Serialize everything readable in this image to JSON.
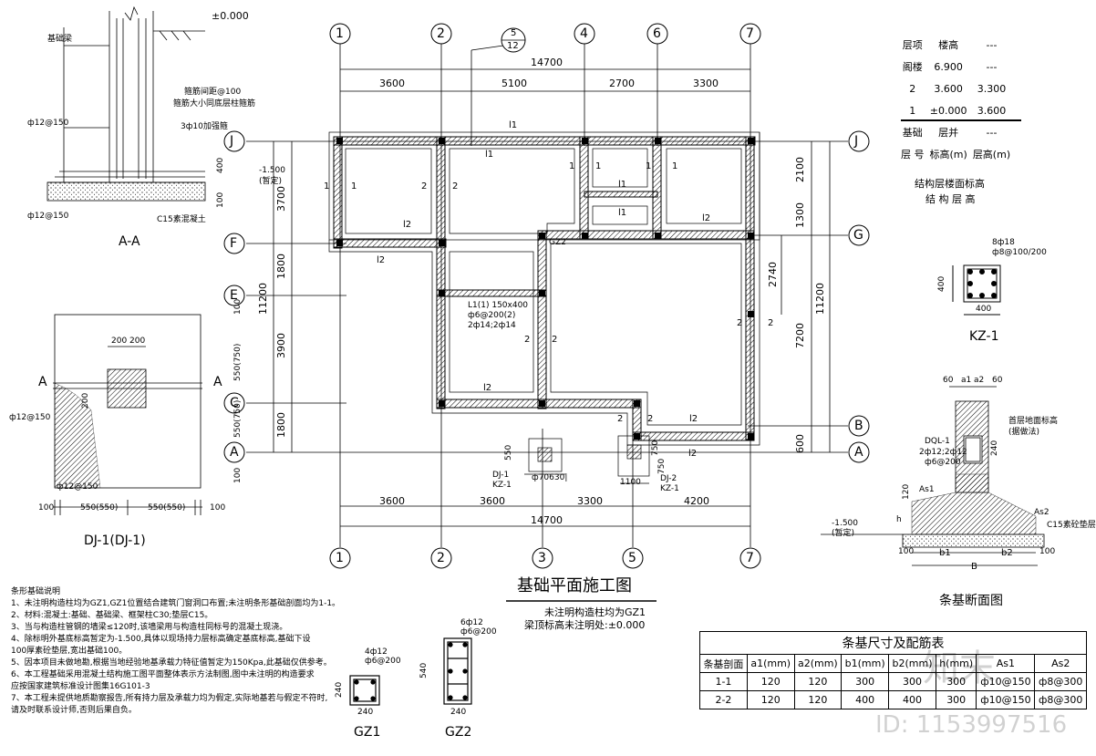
{
  "grid_axes": {
    "top": [
      "1",
      "2",
      "4",
      "6",
      "7"
    ],
    "bottom": [
      "1",
      "2",
      "3",
      "5",
      "7"
    ],
    "left": [
      "J",
      "F",
      "E",
      "C",
      "A"
    ],
    "right": [
      "J",
      "G",
      "B",
      "A"
    ]
  },
  "dims": {
    "top_total": "14700",
    "top_segments": [
      "3600",
      "5100",
      "2700",
      "3300"
    ],
    "bottom_total": "14700",
    "bottom_segments": [
      "3600",
      "3600",
      "3300",
      "4200"
    ],
    "left_total": "11200",
    "left_segments": [
      "3700",
      "1800",
      "3900",
      "1800"
    ],
    "left_small": [
      "100",
      "550(750)",
      "550(750)",
      "100"
    ],
    "right_total": "11200",
    "right_segments": [
      "2100",
      "1300",
      "7200",
      "600"
    ],
    "right_inner": "2740",
    "footing_w1": "1100",
    "footing_w2": "750",
    "footing_h1": "550",
    "footing_h2": "750"
  },
  "plan_labels": {
    "section_ref_num": "5",
    "section_ref_den": "12",
    "beam_l1": "L1(1) 150x400",
    "beam_l1_a": "ф6@200(2)",
    "beam_l1_b": "2ф14;2ф14",
    "gz2": "GZ2",
    "dj1a": "DJ-1",
    "kz1a": "KZ-1",
    "dj2": "DJ-2",
    "kz1b": "KZ-1",
    "dim_7060": "ф70630|",
    "one": "1",
    "two": "2",
    "l1": "l1",
    "l2": "l2"
  },
  "main_title": "基础平面施工图",
  "main_note1": "未注明构造柱均为GZ1",
  "main_note2": "梁顶标高未注明处:±0.000",
  "section_aa": {
    "title": "A-A",
    "elev": "±0.000",
    "elev2": "-1.500",
    "elev2_sub": "(暂定)",
    "beam": "基础梁",
    "stir1": "箍筋间距@100",
    "stir2": "箍筋大小同底层柱箍筋",
    "add": "3ф10加强箍",
    "rebar1": "ф12@150",
    "rebar2": "ф12@150",
    "conc": "C15素混凝土",
    "d400": "400",
    "d100": "100"
  },
  "dj1": {
    "title": "DJ-1(DJ-1)",
    "a": "A",
    "d200a": "200",
    "d200b": "200",
    "d200c": "200",
    "rebar1": "ф12@150",
    "rebar2": "ф12@150",
    "dims_bottom": [
      "100",
      "550(550)",
      "550(550)",
      "100"
    ]
  },
  "level_table": {
    "rows": [
      [
        "层项",
        "楼高",
        "---"
      ],
      [
        "阁楼",
        "6.900",
        "---"
      ],
      [
        "2",
        "3.600",
        "3.300"
      ],
      [
        "1",
        "±0.000",
        "3.600"
      ],
      [
        "基础",
        "层并",
        "---"
      ],
      [
        "层 号",
        "标高(m)",
        "层高(m)"
      ]
    ],
    "caption1": "结构层楼面标高",
    "caption2": "结 构 层 高"
  },
  "kz1": {
    "title": "KZ-1",
    "r1": "8ф18",
    "r2": "ф8@100/200",
    "d400a": "400",
    "d400b": "400"
  },
  "strip_section": {
    "title": "条基断面图",
    "dims_top": [
      "60",
      "a1",
      "a2",
      "60"
    ],
    "dql": "DQL-1",
    "dql_a": "2ф12;2ф12",
    "dql_b": "ф6@200",
    "d240": "240",
    "waterproof1": "首层地面标高",
    "waterproof2": "(据做法)",
    "as1": "As1",
    "as2": "As2",
    "h": "h",
    "d120": "120",
    "elev": "-1.500",
    "elev_sub": "(暂定)",
    "conc": "C15素砼垫层",
    "b1": "b1",
    "b2": "b2",
    "b": "B",
    "d100a": "100",
    "d100b": "100"
  },
  "spec_table": {
    "title": "条基尺寸及配筋表",
    "headers": [
      "条基剖面",
      "a1(mm)",
      "a2(mm)",
      "b1(mm)",
      "b2(mm)",
      "h(mm)",
      "As1",
      "As2"
    ],
    "rows": [
      [
        "1-1",
        "120",
        "120",
        "300",
        "300",
        "300",
        "ф10@150",
        "ф8@300"
      ],
      [
        "2-2",
        "120",
        "120",
        "400",
        "400",
        "300",
        "ф10@150",
        "ф8@300"
      ]
    ]
  },
  "notes": {
    "title": "条形基础说明",
    "lines": [
      "1、未注明构造柱均为GZ1,GZ1位置结合建筑门窗洞口布置;未注明条形基础剖面均为1-1。",
      "2、材料:混凝土:基础、基础梁、框架柱C30;垫层C15。",
      "3、当与构造柱管钢的墙梁≤120时,该墙梁用与构造柱同标号的混凝土现浇。",
      "4、除标明外基底标高暂定为-1.500,具体以现场持力层标高确定基底标高,基础下设",
      "   100厚素砼垫层,宽出基础100。",
      "5、因本项目未做地勘,根据当地经验地基承载力特征值暂定为150Kpa,此基础仅供参考。",
      "6、本工程基础采用混凝土结构施工图平面整体表示方法制图,图中未注明的构造要求",
      "   应按国家建筑标准设计图集16G101-3",
      "7、本工程未提供地质勘察报告,所有持力层及承载力均为假定,实际地基若与假定不符时,",
      "   请及时联系设计师,否则后果自负。"
    ]
  },
  "gz1": {
    "title": "GZ1",
    "r1": "4ф12",
    "r2": "ф6@200",
    "d240a": "240",
    "d240b": "240"
  },
  "gz2": {
    "title": "GZ2",
    "r1": "6ф12",
    "r2": "ф6@200",
    "d540": "540",
    "d240": "240"
  },
  "watermark": {
    "logo": "知末",
    "id": "ID: 1153997516"
  }
}
